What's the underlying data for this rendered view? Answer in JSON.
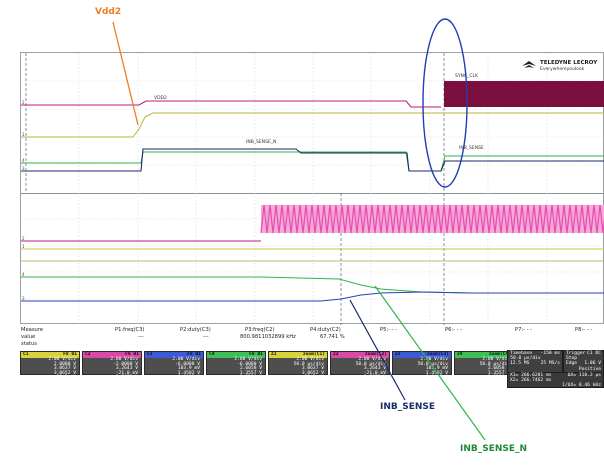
{
  "annotations": {
    "vdd2": "Vdd2",
    "inb_sense": "INB_SENSE",
    "inb_sense_n": "INB_SENSE_N"
  },
  "logo": {
    "title": "TELEDYNE LECROY",
    "tagline": "Everywhereyoulook"
  },
  "trace_labels": {
    "vdd2": "VDD2",
    "inb_sense_n": "INB_SENSE_N",
    "inb_sense": "INB_SENSE",
    "sync_clk": "SYNC_CLK"
  },
  "colors": {
    "magenta": "#c2187a",
    "pink_burst": "#e94bb1",
    "yellow": "#c9c73a",
    "green": "#2fb24a",
    "blue": "#2c3fb8",
    "navy": "#1b2a6b",
    "orange": "#f07d1e",
    "maroon": "#7a0e3c",
    "grid": "#c8cbd0",
    "ellipse": "#1f3fb3",
    "cursor": "#5a6066"
  },
  "measure": {
    "row_labels": [
      "Measure",
      "value",
      "status"
    ],
    "columns": [
      {
        "name": "P1:freq(C3)",
        "value": "---",
        "status": ""
      },
      {
        "name": "P2:duty(C3)",
        "value": "---",
        "status": ""
      },
      {
        "name": "P3:freq(C2)",
        "value": "800.9811032899 kHz",
        "status": ""
      },
      {
        "name": "P4:duty(C2)",
        "value": "67.741 %",
        "status": ""
      },
      {
        "name": "P5:- - -",
        "value": "",
        "status": ""
      },
      {
        "name": "P6:- - -",
        "value": "",
        "status": ""
      },
      {
        "name": "P7:- - -",
        "value": "",
        "status": ""
      },
      {
        "name": "P8:- - -",
        "value": "",
        "status": ""
      }
    ]
  },
  "channels": [
    {
      "tag": "C1",
      "color": "#d9d23a",
      "lines": [
        "F8 B1",
        "2.00 V/div",
        "2.0000 V",
        "3.0637 V",
        "3.0652 V",
        "21.5 mV"
      ]
    },
    {
      "tag": "C2",
      "color": "#d94aa8",
      "lines": [
        "F8 B1",
        "2.00 V/div",
        "-2.0000 V",
        "3.2643 V",
        "-21.0 mV",
        "-3.2852 V"
      ]
    },
    {
      "tag": "C3",
      "color": "#3d5ad6",
      "lines": [
        "F8 B1",
        "2.00 V/div",
        "-6.0000 V",
        "103.9 mV",
        "1.4502 V",
        "1.3468 V"
      ]
    },
    {
      "tag": "C4",
      "color": "#3fbf55",
      "lines": [
        "F8 B1",
        "2.00 V/div",
        "-6.0000 V",
        "2.6058 V",
        "1.3557 V",
        "-1.2500 V"
      ]
    },
    {
      "tag": "Z1",
      "color": "#d9d23a",
      "lines": [
        "zoom(C1)",
        "2.00 V/div",
        "50.0 µs/div",
        "3.0637 V",
        "3.0652 V",
        "21.5 mV"
      ]
    },
    {
      "tag": "Z2",
      "color": "#d94aa8",
      "lines": [
        "zoom(C2)",
        "2.00 V/div",
        "50.0 µs/div",
        "3.2643 V",
        "-21.0 mV",
        "-3.2852 V"
      ]
    },
    {
      "tag": "Z3",
      "color": "#3d5ad6",
      "lines": [
        "zoom(C3)",
        "2.00 V/div",
        "50.0 µs/div",
        "103.9 mV",
        "1.4502 V",
        "1.3468 V"
      ]
    },
    {
      "tag": "Z4",
      "color": "#3fbf55",
      "lines": [
        "zoom(C4)",
        "2.00 V/div",
        "50.0 µs/div",
        "2.6058 V",
        "1.3557 V",
        "-1.2500 V"
      ]
    }
  ],
  "timebase": {
    "label": "Timebase",
    "delay": "-150 ms",
    "div": "50.0 µs/div",
    "samples": "12.5 MS",
    "rate": "25 MS/s"
  },
  "trigger": {
    "label": "Trigger",
    "coupling": "C1 DC",
    "mode": "Stop",
    "level": "1.06 V",
    "type": "Edge",
    "slope": "Positive"
  },
  "cursors": {
    "x1": "X1= 266.6281 ms",
    "x2": "X2= 266.7462 ms",
    "dx": "ΔX= 118.2 µs",
    "freq": "1/ΔX= 8.46 kHz"
  }
}
